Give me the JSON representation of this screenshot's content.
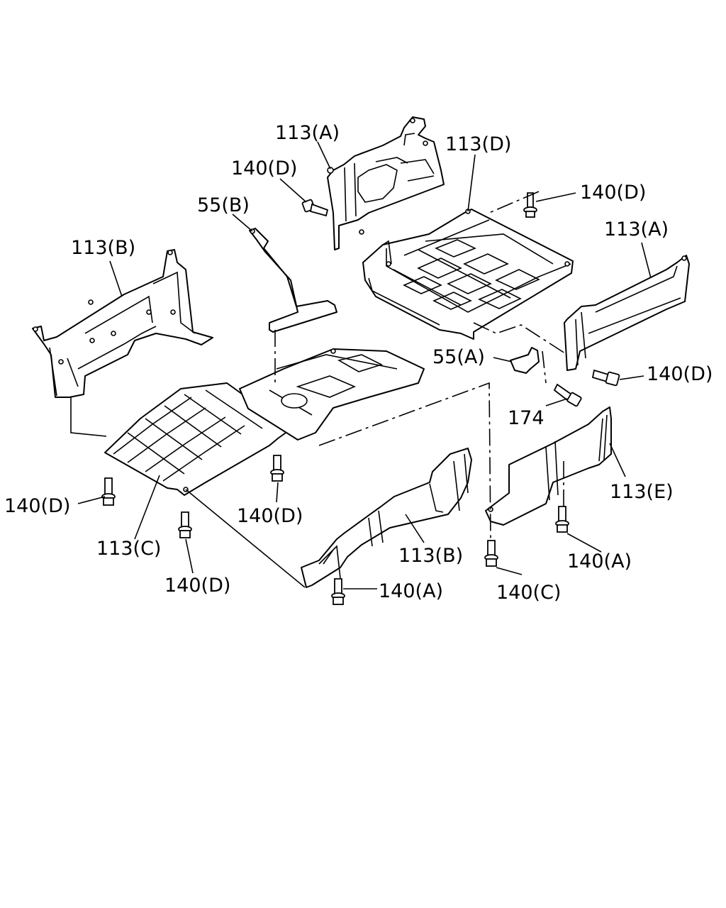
{
  "labels": {
    "l_113a_top": "113(A)",
    "l_140d_top": "140(D)",
    "l_113d": "113(D)",
    "l_140d_right": "140(D)",
    "l_55b": "55(B)",
    "l_113b_left": "113(B)",
    "l_113a_right": "113(A)",
    "l_55a": "55(A)",
    "l_140d_mid": "140(D)",
    "l_174": "174",
    "l_113e": "113(E)",
    "l_140d_left": "140(D)",
    "l_140d_center": "140(D)",
    "l_113c": "113(C)",
    "l_113b_center": "113(B)",
    "l_140a_right": "140(A)",
    "l_140d_bottom": "140(D)",
    "l_140a_bottom": "140(A)",
    "l_140c": "140(C)"
  }
}
